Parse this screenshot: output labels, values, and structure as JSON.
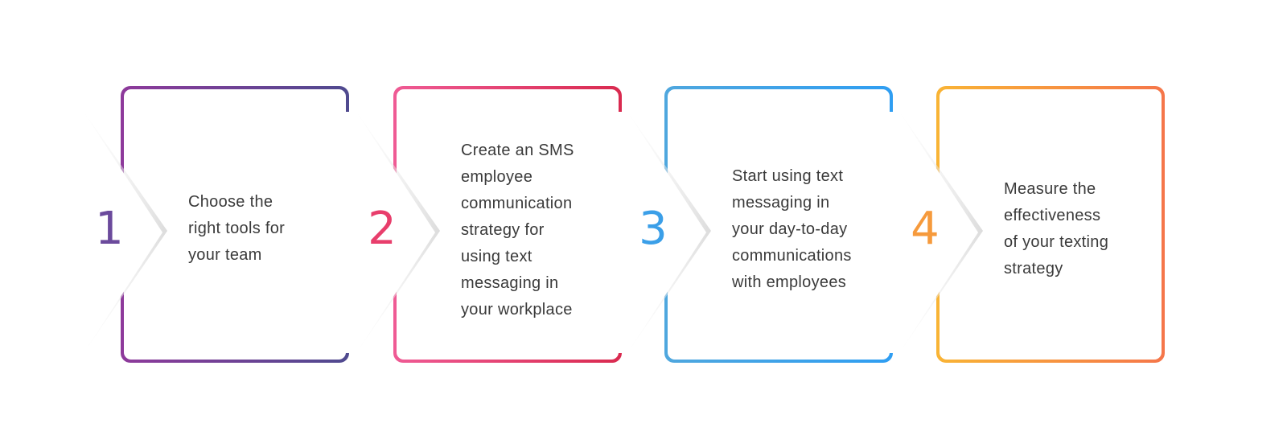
{
  "steps": [
    {
      "number": "1",
      "lines": [
        "Choose the",
        "right tools for",
        "your team"
      ],
      "color_start": "#8e3a9b",
      "color_end": "#4f4a8f",
      "number_color": "#6b4a9c"
    },
    {
      "number": "2",
      "lines": [
        "Create an SMS",
        "employee",
        "communication",
        "strategy for",
        "using text",
        "messaging in",
        "your workplace"
      ],
      "color_start": "#ef5b95",
      "color_end": "#d92a4f",
      "number_color": "#e83e6c"
    },
    {
      "number": "3",
      "lines": [
        "Start using text",
        "messaging in",
        "your day-to-day",
        "communications",
        "with employees"
      ],
      "color_start": "#4fa7de",
      "color_end": "#2f9ef2",
      "number_color": "#3b9fe8"
    },
    {
      "number": "4",
      "lines": [
        "Measure the",
        "effectiveness",
        "of your texting",
        "strategy"
      ],
      "color_start": "#f9b435",
      "color_end": "#f5764a",
      "number_color": "#f69a3c"
    }
  ]
}
